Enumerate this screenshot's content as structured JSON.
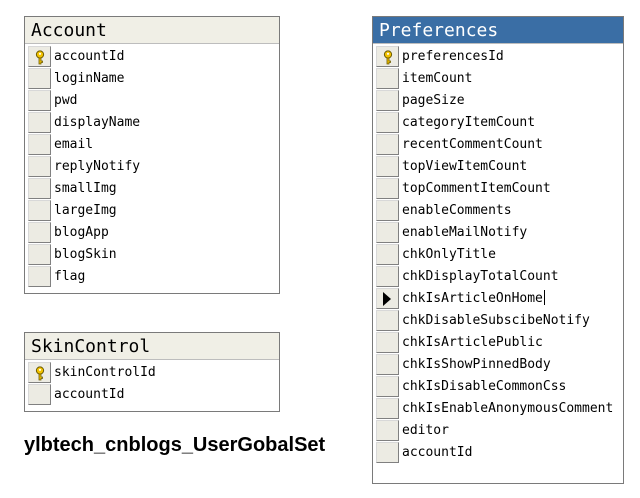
{
  "tables": {
    "account": {
      "title": "Account",
      "columns": [
        {
          "name": "accountId",
          "key": true
        },
        {
          "name": "loginName"
        },
        {
          "name": "pwd"
        },
        {
          "name": "displayName"
        },
        {
          "name": "email"
        },
        {
          "name": "replyNotify"
        },
        {
          "name": "smallImg"
        },
        {
          "name": "largeImg"
        },
        {
          "name": "blogApp"
        },
        {
          "name": "blogSkin"
        },
        {
          "name": "flag"
        }
      ]
    },
    "skin": {
      "title": "SkinControl",
      "columns": [
        {
          "name": "skinControlId",
          "key": true
        },
        {
          "name": "accountId"
        }
      ]
    },
    "preferences": {
      "title": "Preferences",
      "selected": true,
      "columns": [
        {
          "name": "preferencesId",
          "key": true
        },
        {
          "name": "itemCount"
        },
        {
          "name": "pageSize"
        },
        {
          "name": "categoryItemCount"
        },
        {
          "name": "recentCommentCount"
        },
        {
          "name": "topViewItemCount"
        },
        {
          "name": "topCommentItemCount"
        },
        {
          "name": "enableComments"
        },
        {
          "name": "enableMailNotify"
        },
        {
          "name": "chkOnlyTitle"
        },
        {
          "name": "chkDisplayTotalCount"
        },
        {
          "name": "chkIsArticleOnHome",
          "current": true
        },
        {
          "name": "chkDisableSubscibeNotify"
        },
        {
          "name": "chkIsArticlePublic"
        },
        {
          "name": "chkIsShowPinnedBody"
        },
        {
          "name": "chkIsDisableCommonCss"
        },
        {
          "name": "chkIsEnableAnonymousComment"
        },
        {
          "name": "editor"
        },
        {
          "name": "accountId"
        }
      ]
    }
  },
  "caption": "ylbtech_cnblogs_UserGobalSet",
  "colors": {
    "title_inactive": "#f0efe6",
    "title_active": "#3a6ea5",
    "key_icon": "#f2c200"
  },
  "icons": {
    "primary_key": "key-icon",
    "current_row": "row-pointer-icon"
  }
}
